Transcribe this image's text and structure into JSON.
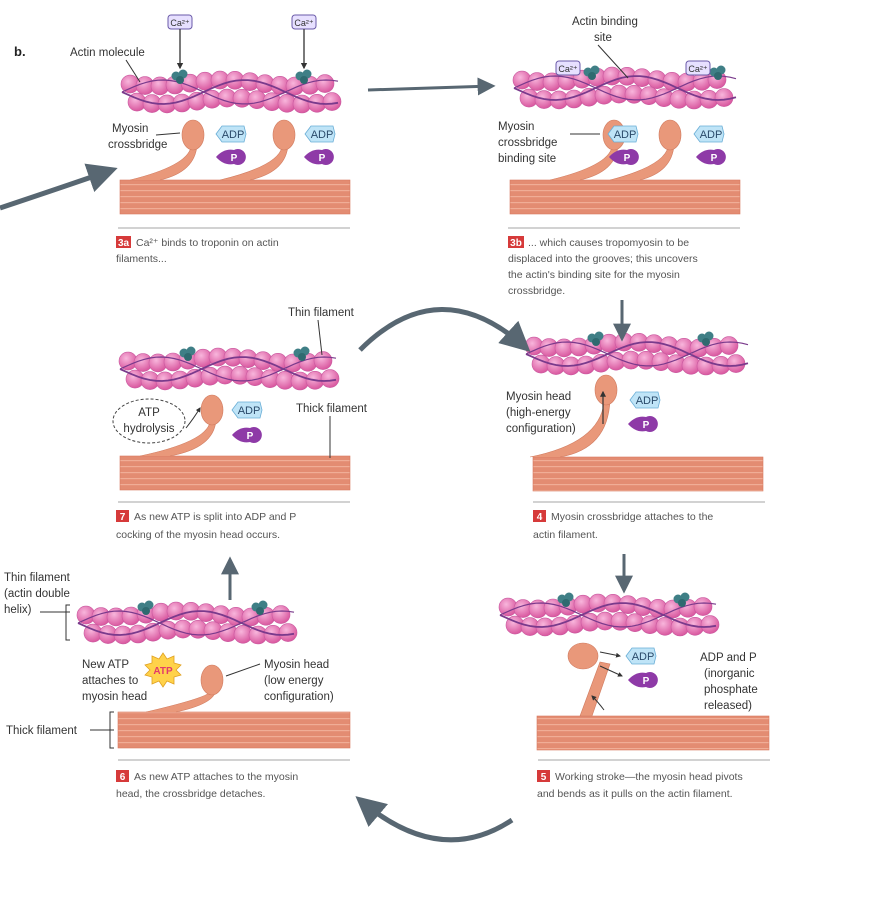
{
  "colors": {
    "actin": "#ec7fc0",
    "actin_dark": "#c9589f",
    "tropomyosin": "#7a3a8c",
    "myosin": "#e9987a",
    "thick": "#e38c72",
    "adp": "#bfe4f7",
    "phosphate": "#8e3aa7",
    "troponin": "#3f7f86",
    "arrow": "#586772",
    "step_badge": "#d63a3a",
    "atp_fill": "#ffd24a",
    "atp_text": "#e23a6b"
  },
  "figure_label": "b.",
  "ca_label": "Ca²⁺",
  "adp_label": "ADP",
  "p_label": "P",
  "atp_label": "ATP",
  "panel_3a": {
    "labels": {
      "actin_molecule": "Actin molecule",
      "myosin_crossbridge_1": "Myosin",
      "myosin_crossbridge_2": "crossbridge"
    },
    "step_number": "3a",
    "caption_1": "Ca²⁺ binds to troponin on actin",
    "caption_2": "filaments..."
  },
  "panel_3b": {
    "labels": {
      "actin_binding_site_1": "Actin binding",
      "actin_binding_site_2": "site",
      "myosin_site_1": "Myosin",
      "myosin_site_2": "crossbridge",
      "myosin_site_3": "binding site"
    },
    "step_number": "3b",
    "caption_1": "... which causes tropomyosin to be",
    "caption_2": "displaced into the grooves; this uncovers",
    "caption_3": "the actin's binding site for the myosin",
    "caption_4": "crossbridge."
  },
  "panel_7": {
    "labels": {
      "thin_filament": "Thin filament",
      "thick_filament": "Thick filament",
      "atp_hydrolysis_1": "ATP",
      "atp_hydrolysis_2": "hydrolysis"
    },
    "step_number": "7",
    "caption_1": "As new ATP is split into ADP and P",
    "caption_2": "cocking of the myosin head occurs."
  },
  "panel_4": {
    "labels": {
      "head_1": "Myosin head",
      "head_2": "(high-energy",
      "head_3": "configuration)"
    },
    "step_number": "4",
    "caption_1": "Myosin crossbridge attaches to the",
    "caption_2": "actin filament."
  },
  "panel_6": {
    "labels": {
      "thin_1": "Thin filament",
      "thin_2": "(actin double",
      "thin_3": "helix)",
      "new_atp_1": "New ATP",
      "new_atp_2": "attaches to",
      "new_atp_3": "myosin head",
      "head_1": "Myosin head",
      "head_2": "(low energy",
      "head_3": "configuration)",
      "thick": "Thick filament"
    },
    "step_number": "6",
    "caption_1": "As new ATP attaches to the myosin",
    "caption_2": "head, the crossbridge detaches."
  },
  "panel_5": {
    "labels": {
      "released_1": "ADP and P",
      "released_2": "(inorganic",
      "released_3": "phosphate",
      "released_4": "released)"
    },
    "step_number": "5",
    "caption_1": "Working stroke—the myosin head pivots",
    "caption_2": "and bends as it pulls on the actin filament."
  }
}
